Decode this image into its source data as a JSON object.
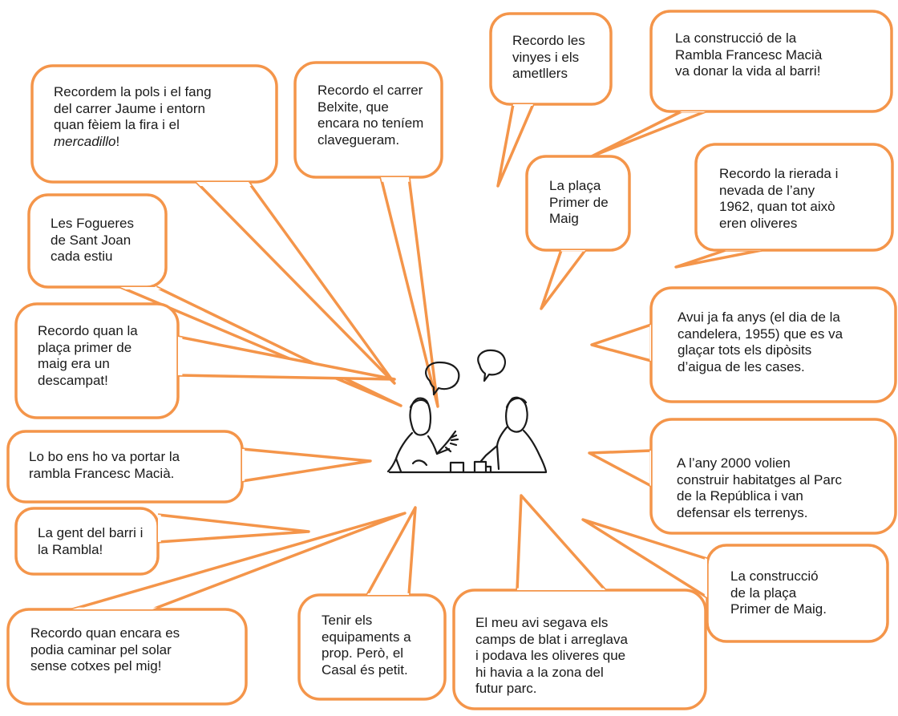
{
  "colors": {
    "bubble_stroke": "#f4954a",
    "bubble_fill": "#ffffff",
    "text": "#1a1a1a"
  },
  "center_icon": "two-people-talking-icon",
  "bubbles": [
    {
      "id": "pols-fang",
      "lines": [
        "Recordem la pols i el fang",
        "del carrer Jaume i entorn",
        "quan fèiem la fira i el"
      ],
      "last_line_italic": "mercadillo",
      "last_line_after": "!"
    },
    {
      "id": "carrer-belxite",
      "lines": [
        "Recordo el carrer",
        "Belxite, que",
        "encara no teníem",
        "clavegueram."
      ]
    },
    {
      "id": "vinyes",
      "lines": [
        "Recordo les",
        "vinyes i els",
        "ametllers"
      ]
    },
    {
      "id": "rambla-vida",
      "lines": [
        "La construcció de la",
        "Rambla Francesc Macià",
        "va donar la vida al barri!"
      ]
    },
    {
      "id": "placa-primer-maig",
      "lines": [
        "La plaça",
        "Primer de",
        "Maig"
      ]
    },
    {
      "id": "rierada",
      "lines": [
        "Recordo la rierada i",
        "nevada de l’any",
        "1962, quan tot això",
        "eren oliveres"
      ]
    },
    {
      "id": "fogueres",
      "lines": [
        "Les Fogueres",
        "de Sant Joan",
        "cada estiu"
      ]
    },
    {
      "id": "descampat",
      "lines": [
        "Recordo quan la",
        "plaça primer de",
        "maig era un",
        "descampat!"
      ]
    },
    {
      "id": "candelera",
      "lines": [
        "Avui ja fa anys (el dia de la",
        "candelera, 1955) que es va",
        "glaçar tots els dipòsits",
        "d’aigua de les cases."
      ]
    },
    {
      "id": "lo-bo",
      "lines": [
        "Lo bo ens ho va portar la",
        "rambla Francesc Macià."
      ]
    },
    {
      "id": "any-2000",
      "lines": [
        "A l’any 2000 volien",
        "construir habitatges al Parc",
        "de la República i van",
        "defensar els terrenys."
      ]
    },
    {
      "id": "gent-barri",
      "lines": [
        "La gent del barri i",
        "la Rambla!"
      ]
    },
    {
      "id": "construccio-placa",
      "lines": [
        "La construcció",
        "de la plaça",
        "Primer de Maig."
      ]
    },
    {
      "id": "caminar-solar",
      "lines": [
        "Recordo quan encara es",
        "podia caminar pel solar",
        "sense cotxes pel mig!"
      ]
    },
    {
      "id": "equipaments",
      "lines": [
        "Tenir els",
        "equipaments a",
        "prop. Però, el",
        "Casal és petit."
      ]
    },
    {
      "id": "avi-segava",
      "lines": [
        "El meu avi segava els",
        "camps de blat i arreglava",
        "i podava les oliveres que",
        "hi havia a la zona del",
        "futur parc."
      ]
    }
  ]
}
